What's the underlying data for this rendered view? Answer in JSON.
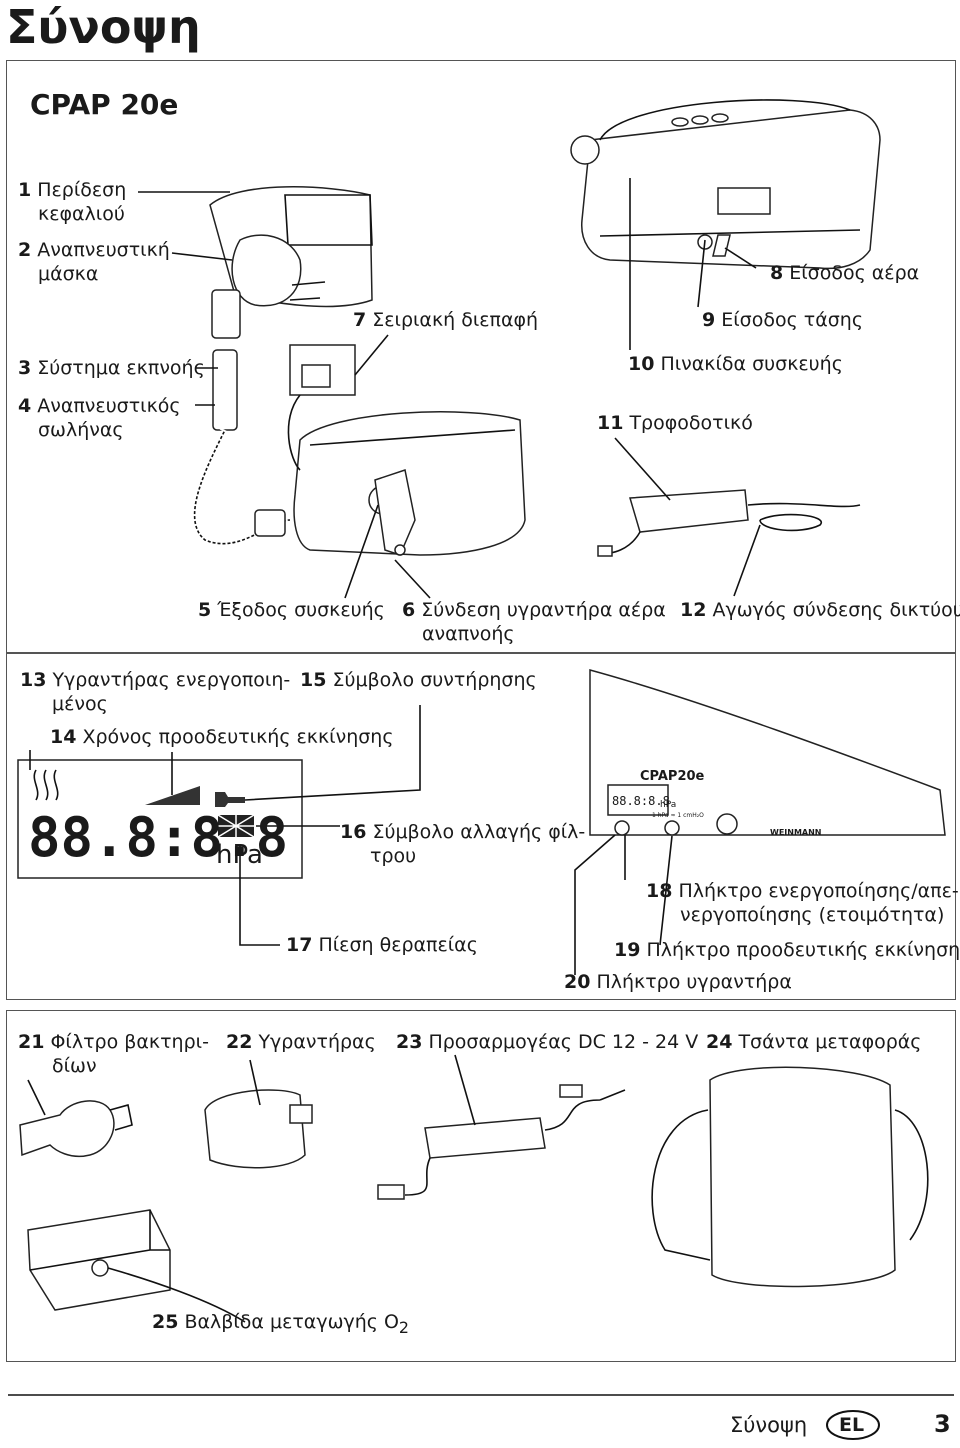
{
  "page": {
    "title": "Σύνοψη",
    "section": "CPAP 20e",
    "footer_label": "Σύνοψη",
    "footer_lang": "EL",
    "page_number": "3"
  },
  "labels": [
    {
      "num": "1",
      "text": "Περίδεση κεφαλιού"
    },
    {
      "num": "2",
      "text": "Αναπνευστική μάσκα"
    },
    {
      "num": "3",
      "text": "Σύστημα εκπνοής"
    },
    {
      "num": "4",
      "text": "Αναπνευστικός σωλήνας"
    },
    {
      "num": "5",
      "text": "Έξοδος συσκευής"
    },
    {
      "num": "6",
      "text": "Σύνδεση υγραντήρα αέρα αναπνοής"
    },
    {
      "num": "7",
      "text": "Σειριακή διεπαφή"
    },
    {
      "num": "8",
      "text": "Είσοδος αέρα"
    },
    {
      "num": "9",
      "text": "Είσοδος τάσης"
    },
    {
      "num": "10",
      "text": "Πινακίδα συσκευής"
    },
    {
      "num": "11",
      "text": "Τροφοδοτικό"
    },
    {
      "num": "12",
      "text": "Αγωγός σύνδεσης δικτύου"
    },
    {
      "num": "13",
      "text": "Υγραντήρας ενεργοποιη-μένος"
    },
    {
      "num": "14",
      "text": "Χρόνος προοδευτικής εκκίνησης"
    },
    {
      "num": "15",
      "text": "Σύμβολο συντήρησης"
    },
    {
      "num": "16",
      "text": "Σύμβολο αλλαγής φίλ-τρου"
    },
    {
      "num": "17",
      "text": "Πίεση θεραπείας"
    },
    {
      "num": "18",
      "text": "Πλήκτρο ενεργοποίησης/απε-νεργοποίησης (ετοιμότητα)"
    },
    {
      "num": "19",
      "text": "Πλήκτρο προοδευτικής εκκίνησης"
    },
    {
      "num": "20",
      "text": "Πλήκτρο υγραντήρα"
    },
    {
      "num": "21",
      "text": "Φίλτρο βακτηρι-δίων"
    },
    {
      "num": "22",
      "text": "Υγραντήρας"
    },
    {
      "num": "23",
      "text": "Προσαρμογέας DC 12 - 24 V"
    },
    {
      "num": "24",
      "text": "Τσάντα μεταφοράς"
    },
    {
      "num": "25",
      "text": "Βαλβίδα μεταγωγής O"
    }
  ],
  "display": {
    "digits": "88.8:8.8",
    "unit": "hPa",
    "mini_brand": "CPAP20e",
    "mini_digits": "88.8:8.8",
    "mini_unit": "hPa",
    "mini_note": "1 hPa ≈ 1 cmH₂O",
    "brand": "WEINMANN"
  },
  "o2_subscript": "2"
}
